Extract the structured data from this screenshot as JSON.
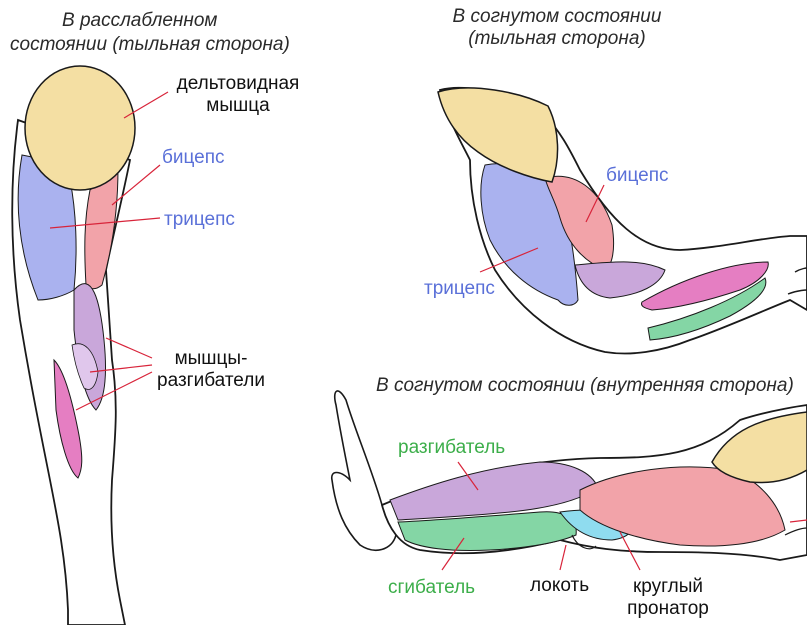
{
  "titles": {
    "relaxed_line1": "В расслабленном",
    "relaxed_line2": "состоянии (тыльная сторона)",
    "bent_back_line1": "В согнутом состоянии",
    "bent_back_line2": "(тыльная сторона)",
    "bent_inner": "В согнутом состоянии (внутренняя сторона)"
  },
  "labels": {
    "deltoid_line1": "дельтовидная",
    "deltoid_line2": "мышца",
    "biceps": "бицепс",
    "triceps": "трицепс",
    "extensors_line1": "мышцы-",
    "extensors_line2": "разгибатели",
    "biceps_2": "бицепс",
    "triceps_2": "трицепс",
    "extensor": "разгибатель",
    "flexor": "сгибатель",
    "elbow": "локоть",
    "pronator_line1": "круглый",
    "pronator_line2": "пронатор"
  },
  "colors": {
    "deltoid": "#f4dfa3",
    "biceps": "#f2a3a9",
    "triceps": "#aab2ef",
    "extensor": "#c9a7da",
    "extensor_pink": "#e57ec2",
    "flexor": "#84d6a5",
    "pronator": "#8fdcef",
    "outline": "#1a1a1a",
    "leader": "#d8243a",
    "label_blue": "#5a70d8",
    "label_green": "#3cae4a"
  }
}
